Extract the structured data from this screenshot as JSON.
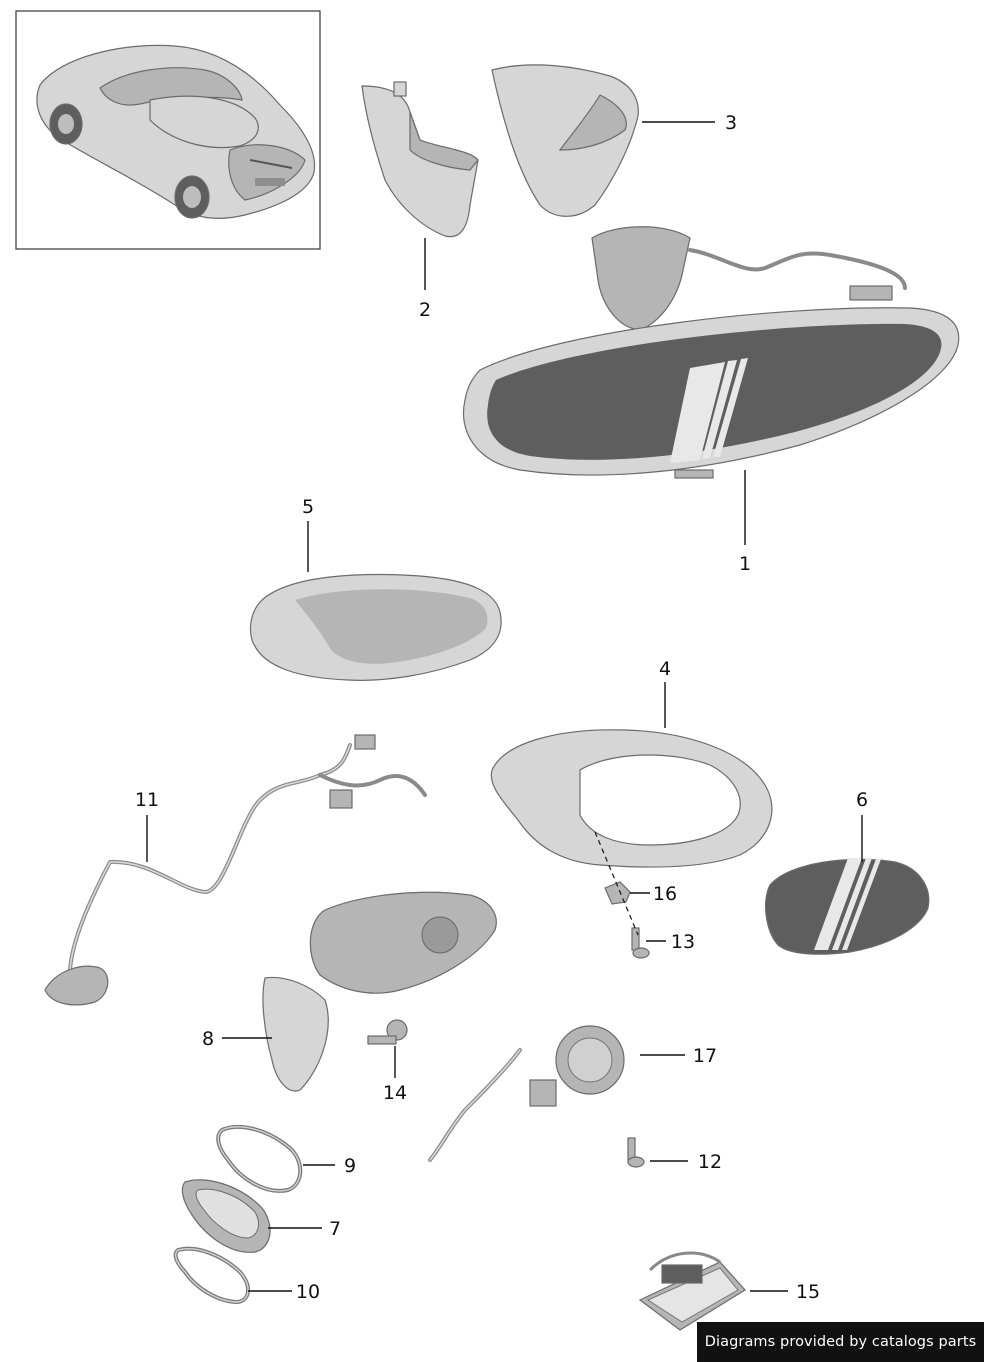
{
  "diagram": {
    "callouts": [
      {
        "id": "1",
        "text": "1"
      },
      {
        "id": "2",
        "text": "2"
      },
      {
        "id": "3",
        "text": "3"
      },
      {
        "id": "4",
        "text": "4"
      },
      {
        "id": "5",
        "text": "5"
      },
      {
        "id": "6",
        "text": "6"
      },
      {
        "id": "7",
        "text": "7"
      },
      {
        "id": "8",
        "text": "8"
      },
      {
        "id": "9",
        "text": "9"
      },
      {
        "id": "10",
        "text": "10"
      },
      {
        "id": "11",
        "text": "11"
      },
      {
        "id": "12",
        "text": "12"
      },
      {
        "id": "13",
        "text": "13"
      },
      {
        "id": "14",
        "text": "14"
      },
      {
        "id": "15",
        "text": "15"
      },
      {
        "id": "16",
        "text": "16"
      },
      {
        "id": "17",
        "text": "17"
      }
    ]
  },
  "footer": {
    "credit": "Diagrams provided by catalogs parts"
  }
}
